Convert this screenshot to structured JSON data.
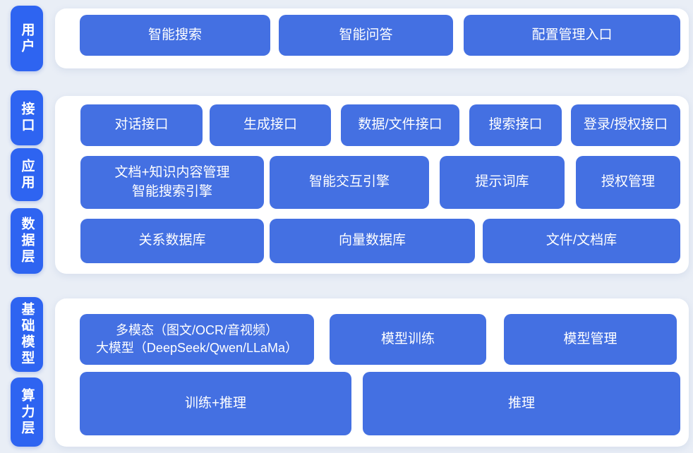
{
  "palette": {
    "page_bg": "#e9eef6",
    "panel_bg": "#ffffff",
    "button_blue": "#4470e2",
    "side_label_blue": "#2e64f1",
    "text_white": "#ffffff"
  },
  "layers": {
    "user": {
      "side_label": "用户",
      "buttons": [
        "智能搜索",
        "智能问答",
        "配置管理入口"
      ]
    },
    "interface": {
      "side_label": "接口",
      "buttons": [
        "对话接口",
        "生成接口",
        "数据/文件接口",
        "搜索接口",
        "登录/授权接口"
      ]
    },
    "application": {
      "side_label": "应用",
      "doc_button_lines": [
        "文档+知识内容管理",
        "智能搜索引擎"
      ],
      "buttons": [
        "智能交互引擎",
        "提示词库",
        "授权管理"
      ]
    },
    "data": {
      "side_label": "数据层",
      "buttons": [
        "关系数据库",
        "向量数据库",
        "文件/文档库"
      ]
    },
    "foundation_model": {
      "side_label": "基础模型",
      "model_button_lines": [
        "多模态（图文/OCR/音视频）",
        "大模型（DeepSeek/Qwen/LLaMa）"
      ],
      "buttons": [
        "模型训练",
        "模型管理"
      ]
    },
    "compute": {
      "side_label": "算力层",
      "buttons": [
        "训练+推理",
        "推理"
      ]
    }
  }
}
